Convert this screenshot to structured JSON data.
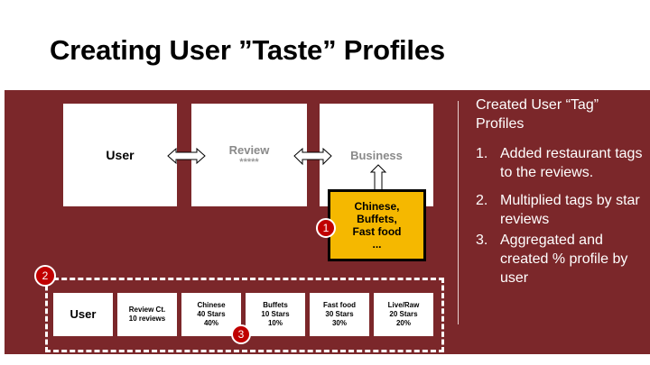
{
  "title": "Creating User ”Taste” Profiles",
  "flow": {
    "user": "User",
    "review": "Review",
    "review_stars": "*****",
    "business": "Business"
  },
  "tags_box": {
    "line1": "Chinese,",
    "line2": "Buffets,",
    "line3": "Fast food",
    "line4": "..."
  },
  "badges": {
    "one": "1",
    "two": "2",
    "three": "3"
  },
  "profile_row": {
    "user": "User",
    "cells": [
      {
        "l1": "Review Ct.",
        "l2": "10 reviews",
        "l3": ""
      },
      {
        "l1": "Chinese",
        "l2": "40 Stars",
        "l3": "40%"
      },
      {
        "l1": "Buffets",
        "l2": "10 Stars",
        "l3": "10%"
      },
      {
        "l1": "Fast food",
        "l2": "30 Stars",
        "l3": "30%"
      },
      {
        "l1": "Live/Raw",
        "l2": "20 Stars",
        "l3": "20%"
      }
    ]
  },
  "right_panel": {
    "heading": "Created User “Tag” Profiles",
    "items": [
      {
        "num": "1.",
        "text": "Added restaurant tags to the reviews."
      },
      {
        "num": "2.",
        "text": "Multiplied tags by star reviews"
      },
      {
        "num": "3.",
        "text": "Aggregated and created % profile by user"
      }
    ]
  },
  "colors": {
    "band": "#7b272a",
    "highlight": "#f5b800",
    "badge": "#c00000"
  }
}
